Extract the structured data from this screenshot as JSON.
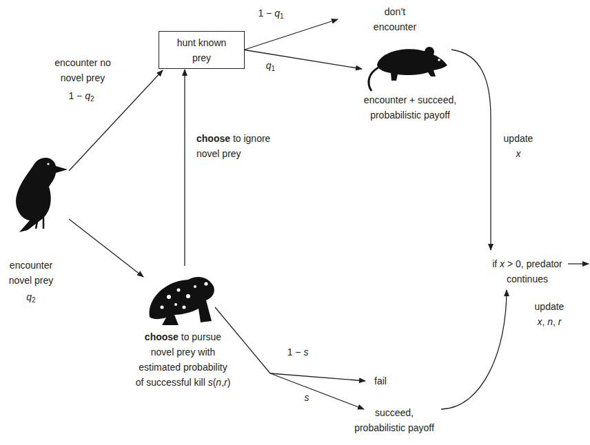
{
  "diagram": {
    "nodes": [
      {
        "text": [
          "hunt known prey"
        ]
      },
      {
        "text": [
          "encounter + succeed, probabilistic payoff"
        ]
      },
      {
        "text": [
          "choose to pursue novel prey with estimated probability of successful kill s(n,r)"
        ]
      }
    ],
    "edges": [
      {
        "from": 0,
        "to": 1,
        "label": "q1",
        "arrow": "to"
      },
      {
        "from": 2,
        "to": 0,
        "label": "choose to ignore novel prey",
        "arrow": "to"
      }
    ],
    "labels": [
      "1 − q1",
      "don’t encounter",
      "encounter no novel prey",
      "1 − q2",
      "update x",
      "if x > 0, predator continues",
      "encounter novel prey",
      "q2",
      "1 − s",
      "fail",
      "s",
      "update x, n, r",
      "succeed, probabilistic payoff"
    ]
  }
}
